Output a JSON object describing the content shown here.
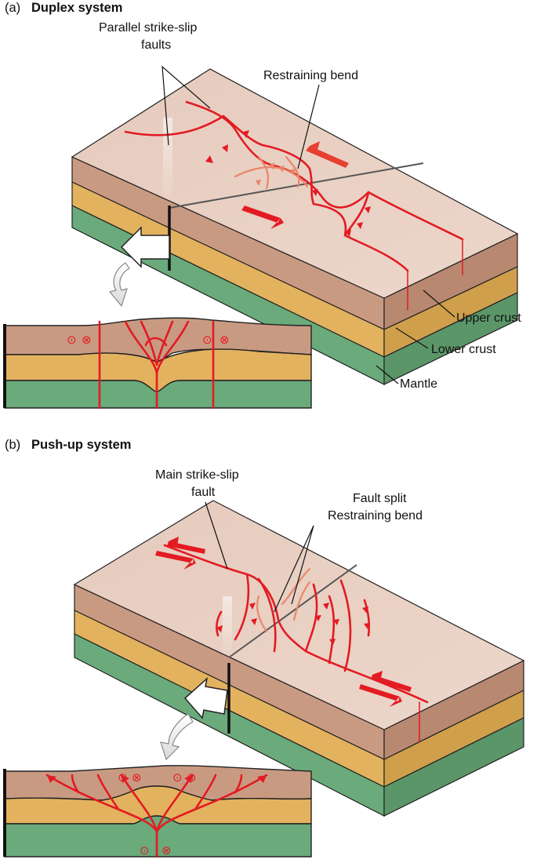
{
  "panels": [
    {
      "letter": "(a)",
      "title": "Duplex system",
      "labels": {
        "fault_label_line1": "Parallel strike-slip",
        "fault_label_line2": "faults",
        "bend_label": "Restraining bend"
      },
      "cross_section_symbols": [
        "⊙",
        "⊗",
        "⊙",
        "⊗"
      ]
    },
    {
      "letter": "(b)",
      "title": "Push-up system",
      "labels": {
        "fault_label_line1": "Main strike-slip",
        "fault_label_line2": "fault",
        "split_label_line1": "Fault split",
        "split_label_line2": "Restraining bend"
      },
      "cross_section_symbols": [
        "⊙",
        "⊗",
        "⊙",
        "⊗",
        "⊙",
        "⊗"
      ]
    }
  ],
  "layers": [
    {
      "name": "Upper crust",
      "color": "#c99a82"
    },
    {
      "name": "Lower crust",
      "color": "#e3b25e"
    },
    {
      "name": "Mantle",
      "color": "#6aaa7b"
    }
  ],
  "colors": {
    "top_surface": "#e8cfc2",
    "fault": "#e31b23",
    "fault_faded": "#e8876a",
    "outline": "#222222"
  },
  "icons": [
    "motion-arrow-icon",
    "thrust-tooth-icon",
    "out-of-page-symbol",
    "into-page-symbol",
    "view-direction-arrow-icon"
  ]
}
